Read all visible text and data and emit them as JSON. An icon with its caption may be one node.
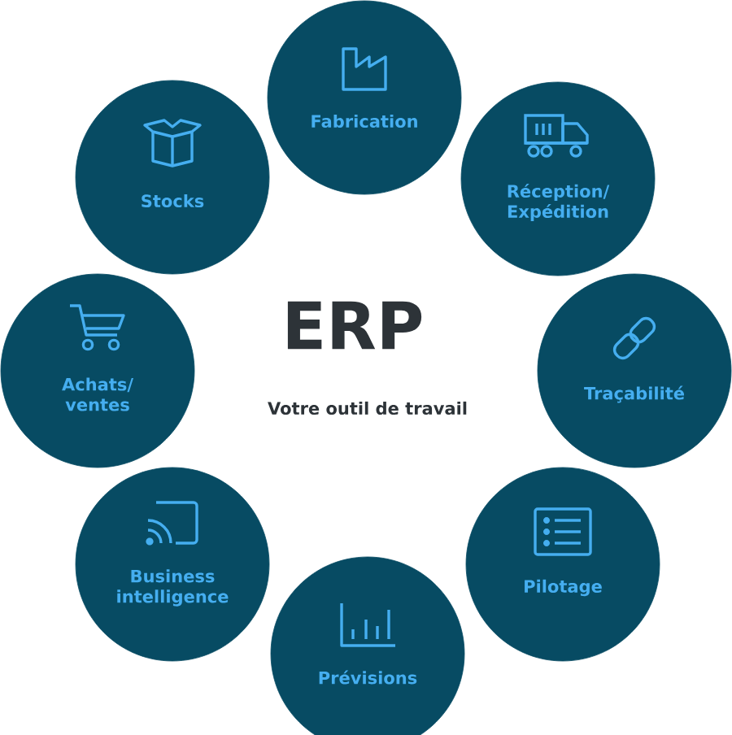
{
  "diagram": {
    "title": "ERP",
    "nodes": [
      {
        "text": [
          "Fabrication"
        ]
      },
      {
        "text": [
          "Stocks"
        ]
      },
      {
        "text": [
          "Réception/ Expédition"
        ]
      },
      {
        "text": [
          "Achats/ ventes"
        ]
      },
      {
        "text": [
          "Traçabilité"
        ]
      },
      {
        "text": [
          "Business intelligence"
        ]
      },
      {
        "text": [
          "Pilotage"
        ]
      },
      {
        "text": [
          "Prévisions"
        ]
      }
    ],
    "labels": [
      "Votre outil de travail"
    ]
  }
}
